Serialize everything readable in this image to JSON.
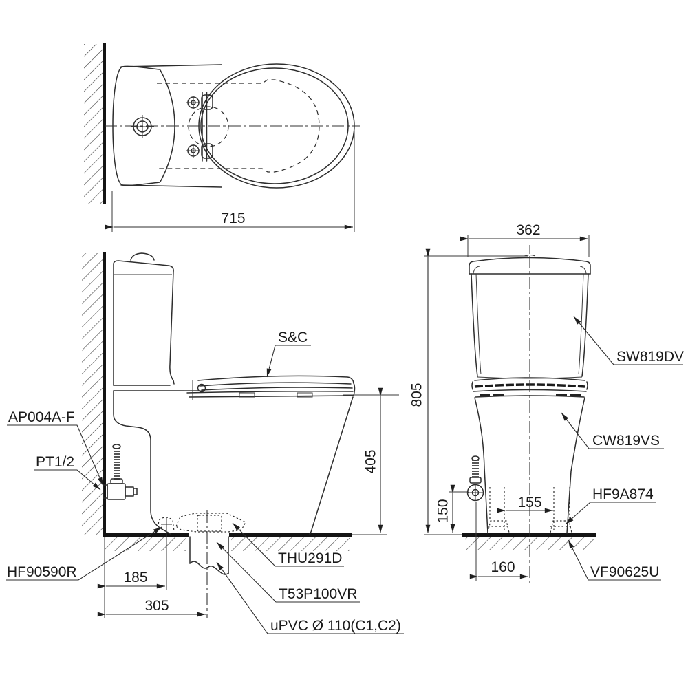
{
  "document": {
    "background": "#ffffff",
    "line_color": "#2d2d2d",
    "description_visible_views": [
      "plan view",
      "side elevation",
      "front elevation"
    ]
  },
  "dims": {
    "d715": "715",
    "d362": "362",
    "d805": "805",
    "d405": "405",
    "d150": "150",
    "d155": "155",
    "d160": "160",
    "d185": "185",
    "d305": "305"
  },
  "parts": {
    "sc": "S&C",
    "ap004af": "AP004A-F",
    "pt12": "PT1/2",
    "hf90590r": "HF90590R",
    "thu291d": "THU291D",
    "t53p100vr": "T53P100VR",
    "upvc": "uPVC Ø 110(C1,C2)",
    "sw819dv": "SW819DV",
    "cw819vs": "CW819VS",
    "hf9a874": "HF9A874",
    "vf90625u": "VF90625U"
  }
}
